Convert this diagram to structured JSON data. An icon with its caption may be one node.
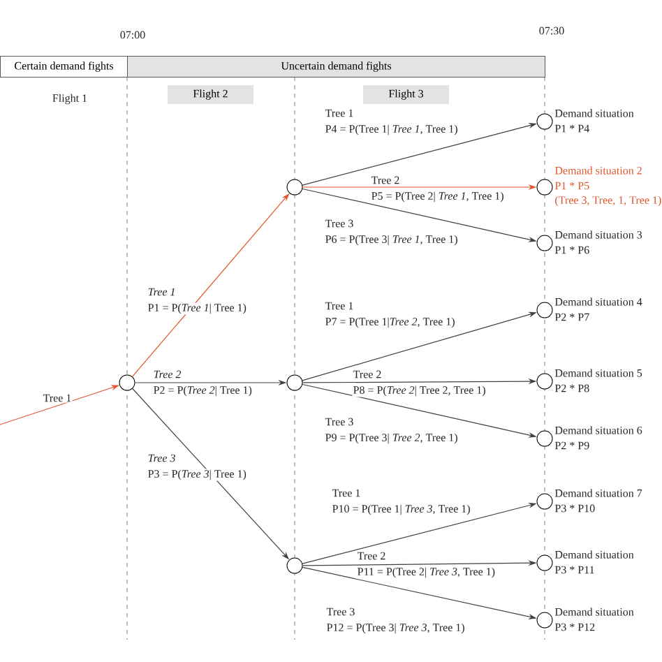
{
  "diagram": {
    "nodes": [
      {
        "text": [
          "Certain demand fights"
        ]
      },
      {
        "text": [
          "Uncertain demand fights"
        ]
      },
      {
        "text": [
          "Flight 2"
        ]
      },
      {
        "text": [
          "Flight 3"
        ]
      },
      {
        "text": [],
        "shape": "circle"
      },
      {
        "text": [],
        "shape": "circle"
      },
      {
        "text": [],
        "shape": "circle"
      },
      {
        "text": [],
        "shape": "circle"
      },
      {
        "text": [],
        "shape": "circle",
        "beside": [
          "Demand situation",
          "P1 * P4"
        ]
      },
      {
        "text": [],
        "shape": "circle",
        "beside": [
          "Demand situation 2",
          "P1 * P5",
          "(Tree 3, Tree, 1, Tree 1)"
        ]
      },
      {
        "text": [],
        "shape": "circle",
        "beside": [
          "Demand situation 3",
          "P1 * P6"
        ]
      },
      {
        "text": [],
        "shape": "circle",
        "beside": [
          "Demand situation 4",
          "P2 * P7"
        ]
      },
      {
        "text": [],
        "shape": "circle",
        "beside": [
          "Demand situation 5",
          "P2 * P8"
        ]
      },
      {
        "text": [],
        "shape": "circle",
        "beside": [
          "Demand situation 6",
          "P2 * P9"
        ]
      },
      {
        "text": [],
        "shape": "circle",
        "beside": [
          "Demand situation 7",
          "P3 * P10"
        ]
      },
      {
        "text": [],
        "shape": "circle",
        "beside": [
          "Demand situation",
          "P3 * P11"
        ]
      },
      {
        "text": [],
        "shape": "circle",
        "beside": [
          "Demand situation",
          "P3 * P12"
        ]
      }
    ],
    "edges": [
      {
        "from": null,
        "to": 4,
        "arrow": "to",
        "label": "Tree 1",
        "color": "#e0542a"
      },
      {
        "from": 4,
        "to": 5,
        "arrow": "to",
        "label": "Tree 1",
        "color": "#e0542a"
      },
      {
        "from": 4,
        "to": 6,
        "arrow": "to",
        "label": "Tree 2"
      },
      {
        "from": 4,
        "to": 7,
        "arrow": "to",
        "label": "Tree 3"
      },
      {
        "from": 5,
        "to": 8,
        "arrow": "to",
        "label": "Tree 1"
      },
      {
        "from": 5,
        "to": 9,
        "arrow": "to",
        "label": "Tree 2",
        "color": "#e0542a"
      },
      {
        "from": 5,
        "to": 10,
        "arrow": "to",
        "label": "Tree 3"
      },
      {
        "from": 6,
        "to": 11,
        "arrow": "to",
        "label": "Tree 1"
      },
      {
        "from": 6,
        "to": 12,
        "arrow": "to",
        "label": "Tree 2"
      },
      {
        "from": 6,
        "to": 13,
        "arrow": "to",
        "label": "Tree 3"
      },
      {
        "from": 7,
        "to": 14,
        "arrow": "to",
        "label": "Tree 1"
      },
      {
        "from": 7,
        "to": 15,
        "arrow": "to",
        "label": "Tree 2"
      },
      {
        "from": 7,
        "to": 16,
        "arrow": "to",
        "label": "Tree 3"
      }
    ],
    "labels": [
      "07:00",
      "07:30",
      "Flight 1",
      "P1 = P(*Tree 1*| Tree 1)",
      "P2 = P(*Tree 2*| Tree 1)",
      "P3 = P(*Tree 3*| Tree 1)",
      "P4 = P(Tree 1| *Tree 1*, Tree 1)",
      "P5 = P(Tree 2| *Tree 1*, Tree 1)",
      "P6 = P(Tree 3| *Tree 1*, Tree 1)",
      "P7 = P(Tree 1|*Tree 2*, Tree 1)",
      "P8 = P(*Tree 2*| Tree 2, Tree 1)",
      "P9 = P(Tree 3| *Tree 2*, Tree 1)",
      "P10 = P(Tree 1| *Tree 3*, Tree 1)",
      "P11 = P(Tree 2| *Tree 3*, Tree 1)",
      "P12 = P(Tree 3| *Tree 3*, Tree 1)"
    ]
  }
}
